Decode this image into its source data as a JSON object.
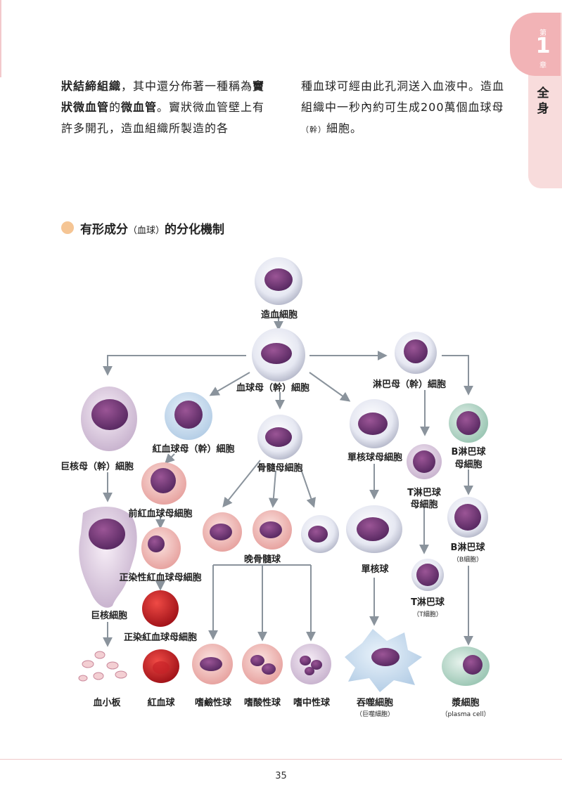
{
  "chapter": {
    "label_top": "第",
    "number": "1",
    "label_bottom": "章",
    "title": "全身"
  },
  "paragraph_left": {
    "part1_bold": "狀結締組織",
    "part2": "，其中還分佈著一種稱為",
    "part3_bold": "竇狀微血管",
    "part4": "的",
    "part5_bold": "微血管",
    "part6": "。竇狀微血管壁上有許多開孔，造血組織所製造的各"
  },
  "paragraph_right": {
    "part1": "種血球可經由此孔洞送入血液中。造血組織中一秒內約可生成200萬個血球母",
    "part2_small": "（幹）",
    "part3": "細胞。"
  },
  "section": {
    "title_a": "有形成分",
    "title_small": "（血球）",
    "title_b": "的分化機制"
  },
  "diagram": {
    "hsc": "造血細胞",
    "blood_stem": "血球母（幹）細胞",
    "lymph_stem": "淋巴母（幹）細胞",
    "erythro_stem": "紅血球母（幹）細胞",
    "mega_stem": "巨核母（幹）細胞",
    "myeloblast": "骨髓母細胞",
    "monoblast": "單核球母細胞",
    "t_blast_a": "T淋巴球",
    "t_blast_b": "母細胞",
    "b_blast_a": "B淋巴球",
    "b_blast_b": "母細胞",
    "proerythro": "前紅血球母細胞",
    "metamyelo": "晚骨髓球",
    "monocyte": "單核球",
    "b_lymph": "B淋巴球",
    "b_lymph_sub": "（B細胞）",
    "t_lymph": "T淋巴球",
    "t_lymph_sub": "（T細胞）",
    "normoblast": "正染性紅血球母細胞",
    "megakaryocyte": "巨核細胞",
    "normocyte": "正染紅血球母細胞",
    "platelet": "血小板",
    "rbc": "紅血球",
    "basophil": "嗜鹼性球",
    "eosinophil": "嗜酸性球",
    "neutrophil": "嗜中性球",
    "macrophage": "吞噬細胞",
    "macrophage_sub": "（巨噬細胞）",
    "plasma": "漿細胞",
    "plasma_sub": "（plasma cell）"
  },
  "page_number": "35",
  "colors": {
    "arrow": "#8a939c",
    "tab": "#f8dcdc",
    "badge": "#f2b3b6",
    "dot": "#f5c594"
  }
}
